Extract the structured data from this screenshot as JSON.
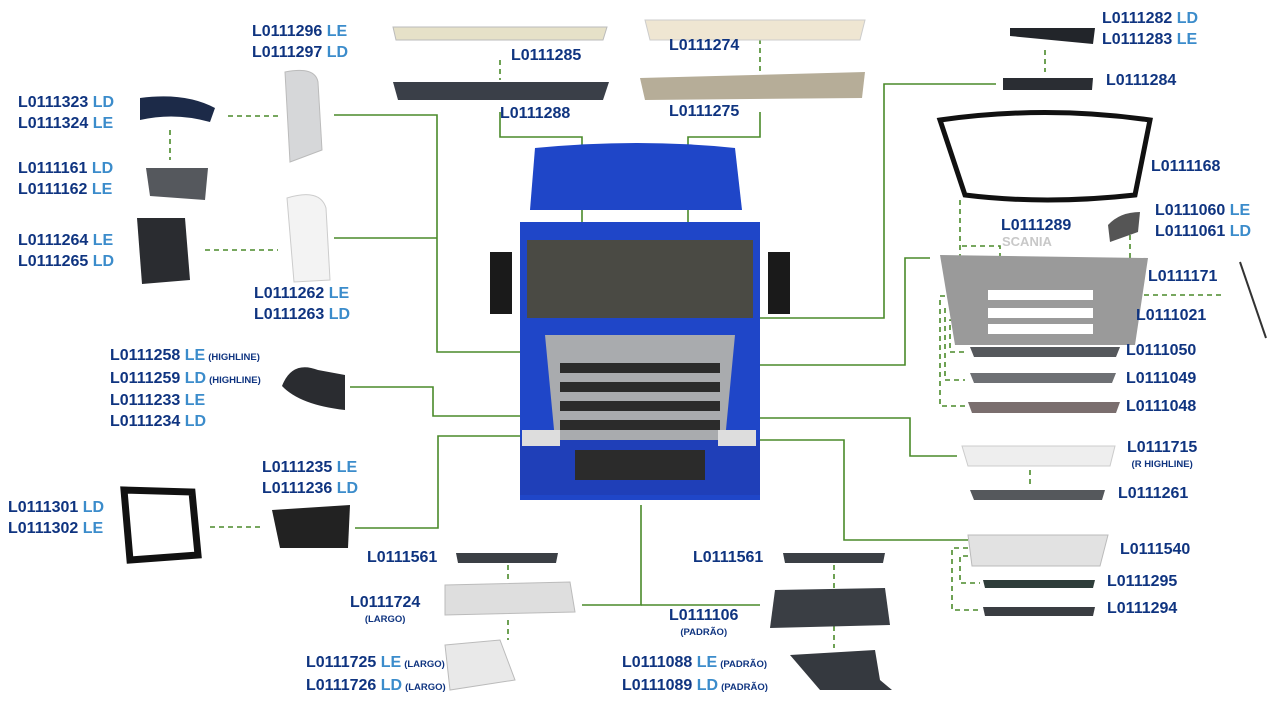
{
  "colors": {
    "code": "#0f3480",
    "side": "#3b8ccb",
    "connector": "#4a8a2a",
    "cab": "#1f46c8"
  },
  "labels": [
    {
      "id": "a",
      "lines": [
        {
          "code": "L0111296",
          "side": "LE"
        },
        {
          "code": "L0111297",
          "side": "LD"
        }
      ]
    },
    {
      "id": "b",
      "lines": [
        {
          "code": "L0111323",
          "side": "LD"
        },
        {
          "code": "L0111324",
          "side": "LE"
        }
      ]
    },
    {
      "id": "c",
      "lines": [
        {
          "code": "L0111161",
          "side": "LD"
        },
        {
          "code": "L0111162",
          "side": "LE"
        }
      ]
    },
    {
      "id": "d",
      "lines": [
        {
          "code": "L0111264",
          "side": "LE"
        },
        {
          "code": "L0111265",
          "side": "LD"
        }
      ]
    },
    {
      "id": "e",
      "lines": [
        {
          "code": "L0111262",
          "side": "LE"
        },
        {
          "code": "L0111263",
          "side": "LD"
        }
      ]
    },
    {
      "id": "f",
      "lines": [
        {
          "code": "L0111258",
          "side": "LE",
          "note": "(HIGHLINE)"
        },
        {
          "code": "L0111259",
          "side": "LD",
          "note": "(HIGHLINE)"
        },
        {
          "code": "L0111233",
          "side": "LE"
        },
        {
          "code": "L0111234",
          "side": "LD"
        }
      ]
    },
    {
      "id": "g",
      "lines": [
        {
          "code": "L0111235",
          "side": "LE"
        },
        {
          "code": "L0111236",
          "side": "LD"
        }
      ]
    },
    {
      "id": "h",
      "lines": [
        {
          "code": "L0111301",
          "side": "LD"
        },
        {
          "code": "L0111302",
          "side": "LE"
        }
      ]
    },
    {
      "id": "i",
      "lines": [
        {
          "code": "L0111561"
        }
      ]
    },
    {
      "id": "j",
      "lines": [
        {
          "code": "L0111724"
        }
      ],
      "below": "(LARGO)"
    },
    {
      "id": "k",
      "lines": [
        {
          "code": "L0111725",
          "side": "LE",
          "note": "(LARGO)"
        },
        {
          "code": "L0111726",
          "side": "LD",
          "note": "(LARGO)"
        }
      ]
    },
    {
      "id": "l",
      "lines": [
        {
          "code": "L0111285"
        }
      ]
    },
    {
      "id": "m",
      "lines": [
        {
          "code": "L0111288"
        }
      ]
    },
    {
      "id": "n",
      "lines": [
        {
          "code": "L0111274"
        }
      ]
    },
    {
      "id": "o",
      "lines": [
        {
          "code": "L0111275"
        }
      ]
    },
    {
      "id": "p",
      "lines": [
        {
          "code": "L0111561"
        }
      ]
    },
    {
      "id": "q",
      "lines": [
        {
          "code": "L0111106"
        }
      ],
      "below": "(PADRÃO)"
    },
    {
      "id": "r",
      "lines": [
        {
          "code": "L0111088",
          "side": "LE",
          "note": "(PADRÃO)"
        },
        {
          "code": "L0111089",
          "side": "LD",
          "note": "(PADRÃO)"
        }
      ]
    },
    {
      "id": "s",
      "lines": [
        {
          "code": "L0111282",
          "side": "LD"
        },
        {
          "code": "L0111283",
          "side": "LE"
        }
      ]
    },
    {
      "id": "t",
      "lines": [
        {
          "code": "L0111284"
        }
      ]
    },
    {
      "id": "u",
      "lines": [
        {
          "code": "L0111168"
        }
      ]
    },
    {
      "id": "v",
      "lines": [
        {
          "code": "L0111289"
        }
      ]
    },
    {
      "id": "w",
      "lines": [
        {
          "code": "L0111060",
          "side": "LE"
        },
        {
          "code": "L0111061",
          "side": "LD"
        }
      ]
    },
    {
      "id": "x",
      "lines": [
        {
          "code": "L0111171"
        }
      ]
    },
    {
      "id": "y",
      "lines": [
        {
          "code": "L0111021"
        }
      ]
    },
    {
      "id": "z",
      "lines": [
        {
          "code": "L0111050"
        }
      ]
    },
    {
      "id": "aa",
      "lines": [
        {
          "code": "L0111049"
        }
      ]
    },
    {
      "id": "ab",
      "lines": [
        {
          "code": "L0111048"
        }
      ]
    },
    {
      "id": "ac",
      "lines": [
        {
          "code": "L0111715"
        }
      ],
      "below": "(R HIGHLINE)"
    },
    {
      "id": "ad",
      "lines": [
        {
          "code": "L0111261"
        }
      ]
    },
    {
      "id": "ae",
      "lines": [
        {
          "code": "L0111540"
        }
      ]
    },
    {
      "id": "af",
      "lines": [
        {
          "code": "L0111295"
        }
      ]
    },
    {
      "id": "ag",
      "lines": [
        {
          "code": "L0111294"
        }
      ]
    }
  ],
  "truck": {
    "logo": "SCANIA"
  }
}
